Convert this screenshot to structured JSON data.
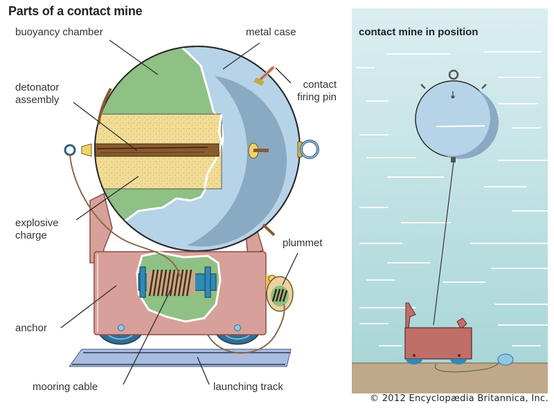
{
  "diagram": {
    "title": "Parts of a contact mine",
    "labels": {
      "buoyancy_chamber": "buoyancy chamber",
      "metal_case": "metal case",
      "contact_firing_pin": "contact\nfiring pin",
      "detonator_assembly": "detonator\nassembly",
      "explosive_charge": "explosive\ncharge",
      "plummet": "plummet",
      "anchor": "anchor",
      "mooring_cable": "mooring cable",
      "launching_track": "launching track"
    },
    "colors": {
      "metal_case": "#b7d3e8",
      "metal_case_shadow": "#8aa9c2",
      "buoyancy_chamber": "#8fc084",
      "explosive_charge": "#f2dd97",
      "detonator": "#8a5a2e",
      "anchor": "#d8a09a",
      "anchor_dark": "#c77d78",
      "wheel": "#2f6e95",
      "track": "#a9bde0",
      "water": "#c9e4e6",
      "seabed": "#c0a98a"
    }
  },
  "inset": {
    "title": "contact mine in position"
  },
  "footer": {
    "copyright": "© 2012 Encyclopædia Britannica, Inc."
  }
}
